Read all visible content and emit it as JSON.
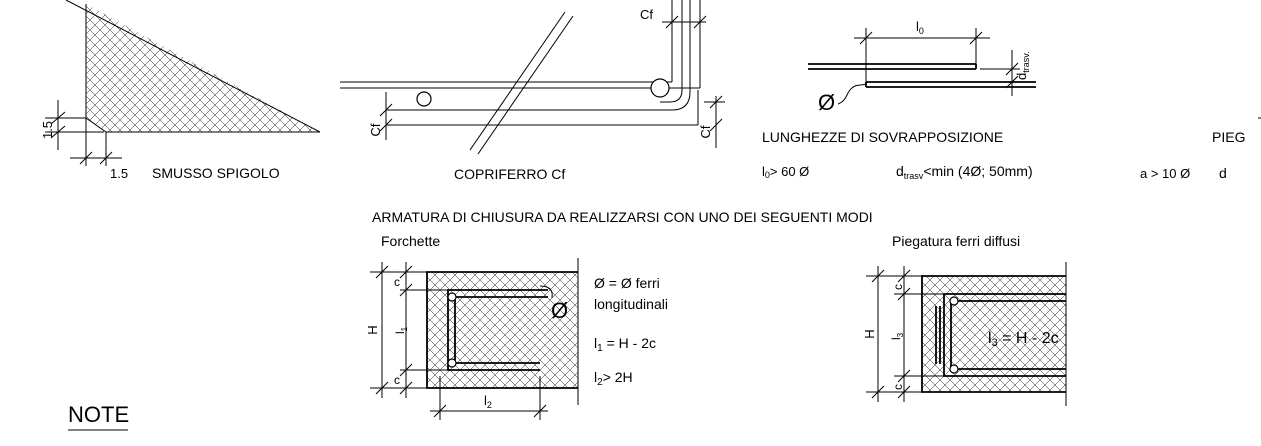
{
  "colors": {
    "ink": "#000000",
    "background": "#ffffff"
  },
  "smusso": {
    "title": "SMUSSO SPIGOLO",
    "dim_vertical": "1.5",
    "dim_horizontal": "1.5"
  },
  "copriferro": {
    "title": "COPRIFERRO Cf",
    "dim_top": "Cf",
    "dim_left": "Cf",
    "dim_right": "Cf"
  },
  "sovrapposizione": {
    "title": "LUNGHEZZE DI SOVRAPPOSIZIONE",
    "dim_l0_main": "l",
    "dim_l0_sub": "0",
    "dim_d_main": "d",
    "dim_d_sub": "trasv.",
    "diameter_symbol": "Ø",
    "rule1_main": "l",
    "rule1_sub": "0",
    "rule1_rest": "> 60 Ø",
    "rule2_main": "d",
    "rule2_sub": "trasv",
    "rule2_rest": "<min (4Ø; 50mm)"
  },
  "piegatura_cut": {
    "title_partial": "PIEG",
    "rule1": "a > 10 Ø",
    "rule2_partial": "d"
  },
  "armatura": {
    "title": "ARMATURA DI CHIUSURA DA REALIZZARSI CON UNO DEI SEGUENTI MODI",
    "forchette": {
      "label": "Forchette",
      "dim_H": "H",
      "dim_c_top": "c",
      "dim_c_bottom": "c",
      "dim_l1_main": "l",
      "dim_l1_sub": "1",
      "dim_l2_main": "l",
      "dim_l2_sub": "2",
      "diameter_symbol": "Ø",
      "note_line1": "Ø = Ø ferri",
      "note_line2": "longitudinali",
      "eq1_main": "l",
      "eq1_sub": "1",
      "eq1_rest": " = H - 2c",
      "eq2_main": "l",
      "eq2_sub": "2",
      "eq2_rest": "> 2H"
    },
    "piegatura": {
      "label": "Piegatura ferri diffusi",
      "dim_H": "H",
      "dim_c_top": "c",
      "dim_c_bottom": "c",
      "dim_l3_main": "l",
      "dim_l3_sub": "3",
      "eq_main": "l",
      "eq_sub": "3",
      "eq_rest": " = H - 2c"
    }
  },
  "note": {
    "heading": "NOTE"
  }
}
